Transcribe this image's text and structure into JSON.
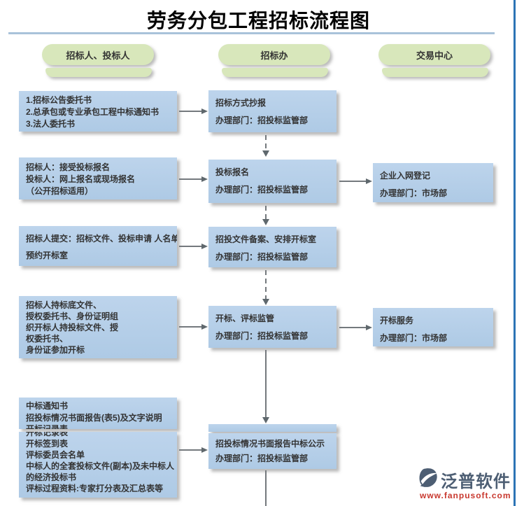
{
  "title": "劳务分包工程招标流程图",
  "columns": [
    {
      "label": "招标人、投标人"
    },
    {
      "label": "招标办"
    },
    {
      "label": "交易中心"
    }
  ],
  "boxes": {
    "l1": {
      "lines": [
        "1.招标公告委托书",
        "2.总承包或专业承包工程中标通知书",
        "3.法人委托书"
      ]
    },
    "m1": {
      "lines": [
        "招标方式抄报",
        "办理部门：招投标监管部"
      ]
    },
    "l2": {
      "lines": [
        "招标人：接受投标报名",
        "投标人：网上报名或现场报名",
        "（公开招标适用）"
      ]
    },
    "m2": {
      "lines": [
        "投标报名",
        "办理部门：招投标监管部"
      ]
    },
    "r1": {
      "lines": [
        "企业入网登记",
        "办理部门：市场部"
      ]
    },
    "l3": {
      "lines": [
        "招标人提交：招标文件、投标申请 人名单",
        "预约开标室"
      ]
    },
    "m3": {
      "lines": [
        "招投文件备案、安排开标室",
        "办理部门：招投标监管部"
      ]
    },
    "l4": {
      "lines": [
        "招标人持标底文件、",
        "授权委托书、身份证明组",
        "织开标人持投标文件、授",
        "权委托书、",
        "身份证参加开标"
      ]
    },
    "m4": {
      "lines": [
        "开标、评标监管",
        "办理部门：招投标监管部"
      ]
    },
    "r2": {
      "lines": [
        "开标服务",
        "办理部门：市场部"
      ]
    },
    "l5a": {
      "lines": [
        "中标通知书",
        "招投标情况书面报告(表5)及文字说明",
        "开标记录表"
      ]
    },
    "l5b": {
      "lines": [
        "开标记录表",
        "开标签到表",
        "评标委员会名单",
        "中标人的全套投标文件(副本)及未中标人",
        "的经济投标书",
        "评标过程资料:专家打分表及汇总表等"
      ]
    },
    "m5": {
      "lines": [
        "招投标情况书面报告中标公示",
        "办理部门：招投标监管部"
      ]
    }
  },
  "logo": {
    "name": "泛普软件",
    "url": "www.fanpusoft.com"
  },
  "colors": {
    "box_blue": "#b4cde7",
    "pill_green": "#d8e7bb",
    "arrow_gray": "#74797d",
    "divider_blue": "#a9c2da",
    "right_accent": "#2d74b5",
    "logo_text": "#4d5e73",
    "logo_url_red": "#c8382e"
  }
}
